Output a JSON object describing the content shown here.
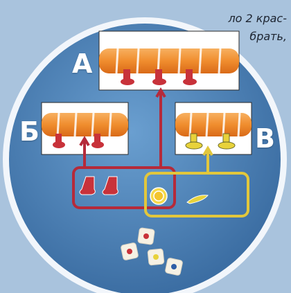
{
  "instruction_lines": [
    "ло 2 крас-",
    "брать,"
  ],
  "cards": {
    "a": {
      "letter": "А",
      "sock_color": "red"
    },
    "b": {
      "letter": "Б",
      "sock_color": "red"
    },
    "c": {
      "letter": "В",
      "sock_color": "yellow"
    }
  },
  "colors": {
    "disc": "#4e86bc",
    "rim": "#f2f6fb",
    "red_frame": "#b52a3a",
    "yellow_frame": "#e2c73c",
    "caterpillar": "#f08d2e"
  },
  "icons": [
    "red-sock-icon",
    "sun-icon",
    "banana-icon",
    "dice-icon"
  ]
}
